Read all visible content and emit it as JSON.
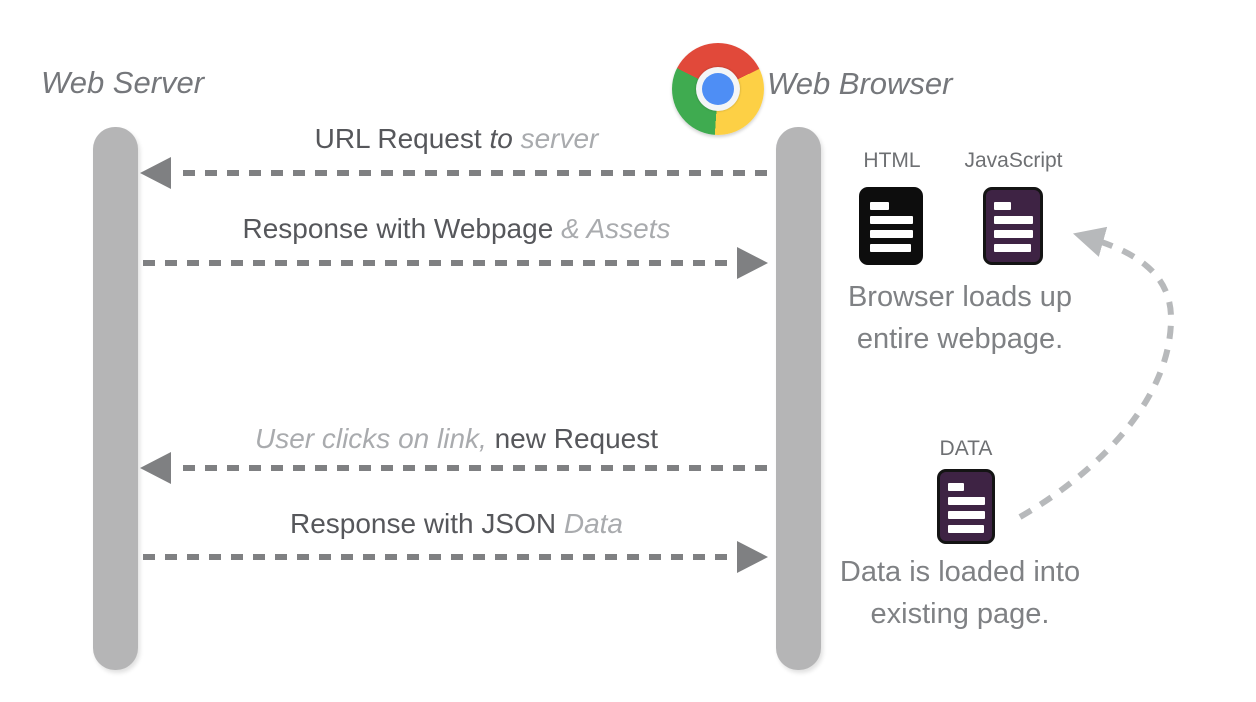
{
  "header": {
    "server_title": "Web Server",
    "browser_title": "Web Browser",
    "browser_icon": "chrome-icon"
  },
  "messages": [
    {
      "name": "url-request-to-server",
      "direction": "to-server",
      "parts": [
        {
          "text": "URL Request "
        },
        {
          "text": "to "
        },
        {
          "text": "server"
        }
      ]
    },
    {
      "name": "response-with-webpage",
      "direction": "to-browser",
      "parts": [
        {
          "text": "Response with Webpage "
        },
        {
          "text": "& Assets"
        }
      ]
    },
    {
      "name": "user-clicks-new-request",
      "direction": "to-server",
      "parts": [
        {
          "text": "User clicks on link, "
        },
        {
          "text": "new Request"
        }
      ]
    },
    {
      "name": "response-with-json",
      "direction": "to-browser",
      "parts": [
        {
          "text": "Response with JSON "
        },
        {
          "text": "Data"
        }
      ]
    }
  ],
  "browser_panel": {
    "html_label": "HTML",
    "js_label": "JavaScript",
    "load_caption_line1": "Browser loads up",
    "load_caption_line2": "entire webpage.",
    "data_label": "DATA",
    "data_caption_line1": "Data is loaded into",
    "data_caption_line2": "existing page.",
    "icons": [
      "html-document-icon",
      "javascript-document-icon",
      "data-document-icon"
    ]
  },
  "colors": {
    "title_gray": "#75777b",
    "text_dark": "#56575b",
    "text_light": "#a9abae",
    "caption_gray": "#7f8184",
    "small_label_gray": "#6e7073",
    "lifeline_gray": "#b5b5b6",
    "arrow_gray": "#7f8082",
    "curve_gray": "#b7b9bb",
    "doc_black": "#0d0d0d",
    "doc_purple": "#3e2344",
    "chrome_red": "#e1493a",
    "chrome_yellow": "#fdd045",
    "chrome_green": "#3fab50",
    "chrome_blue": "#4e8ef5"
  }
}
